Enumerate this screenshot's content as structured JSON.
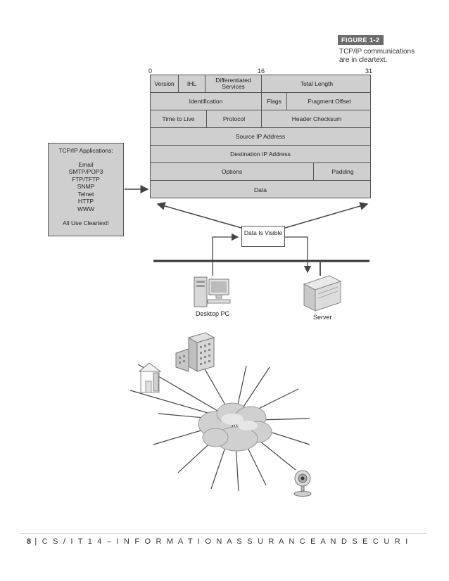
{
  "figure": {
    "label": "FIGURE 1-2",
    "caption": "TCP/IP communications are in cleartext."
  },
  "bit_labels": [
    "0",
    "16",
    "31"
  ],
  "ip_header": {
    "row1": [
      "Version",
      "IHL",
      "Differentiated Services",
      "Total Length"
    ],
    "row2": [
      "Identification",
      "Flags",
      "Fragment Offset"
    ],
    "row3": [
      "Time to Live",
      "Protocol",
      "Header Checksum"
    ],
    "row4": [
      "Source IP Address"
    ],
    "row5": [
      "Destination IP Address"
    ],
    "row6": [
      "Options",
      "Padding"
    ],
    "row7": [
      "Data"
    ]
  },
  "apps_box": {
    "title": "TCP/IP Applications:",
    "items": [
      "Email",
      "SMTP/POP3",
      "FTP/TFTP",
      "SNMP",
      "Telnet",
      "HTTP",
      "WWW"
    ],
    "footer": "All Use Cleartext!"
  },
  "visible_box": "Data Is Visible",
  "devices": {
    "desktop": "Desktop PC",
    "server": "Server"
  },
  "footer": {
    "page": "8",
    "separator": " | ",
    "text": "C S / I T 1 4 – I N F O R M A T I O N A S S U R A N C E A N D S E C U R I"
  },
  "colors": {
    "field_fill": "#cfcfcf",
    "border": "#555555",
    "line": "#444444"
  }
}
